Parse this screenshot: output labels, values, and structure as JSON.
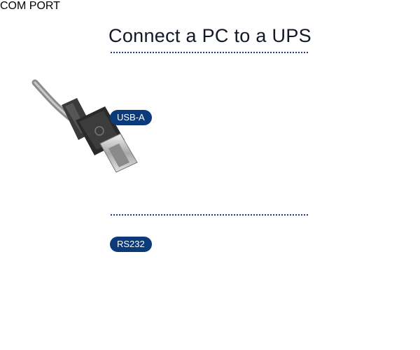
{
  "title": "Connect a PC to a UPS",
  "labels": {
    "usb": "USB-A",
    "serial": "RS232",
    "port": "COM PORT"
  },
  "colors": {
    "accent": "#0b3a7a",
    "title": "#111827"
  }
}
